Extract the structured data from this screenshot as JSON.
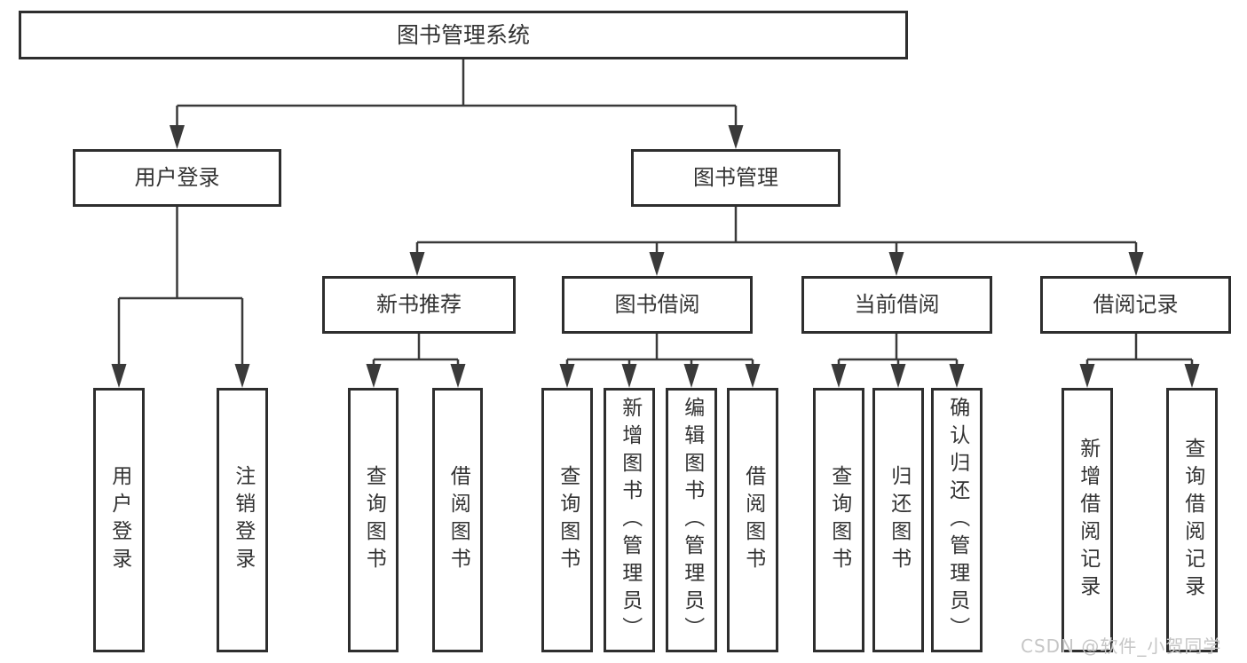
{
  "tree": {
    "label": "图书管理系统",
    "children": [
      {
        "label": "用户登录",
        "children": [
          {
            "label": "用户登录"
          },
          {
            "label": "注销登录"
          }
        ]
      },
      {
        "label": "图书管理",
        "children": [
          {
            "label": "新书推荐",
            "children": [
              {
                "label": "查询图书"
              },
              {
                "label": "借阅图书"
              }
            ]
          },
          {
            "label": "图书借阅",
            "children": [
              {
                "label": "查询图书"
              },
              {
                "label": "新增图书（管理员）"
              },
              {
                "label": "编辑图书（管理员）"
              },
              {
                "label": "借阅图书"
              }
            ]
          },
          {
            "label": "当前借阅",
            "children": [
              {
                "label": "查询图书"
              },
              {
                "label": "归还图书"
              },
              {
                "label": "确认归还（管理员）"
              }
            ]
          },
          {
            "label": "借阅记录",
            "children": [
              {
                "label": "新增借阅记录"
              },
              {
                "label": "查询借阅记录"
              }
            ]
          }
        ]
      }
    ]
  },
  "watermark": {
    "text": "CSDN @软件_小贺同学"
  },
  "colors": {
    "line": "#3a3a3a",
    "box_border": "#2e2e2e",
    "text": "#333333",
    "watermark": "#c6c6c6",
    "background": "#ffffff"
  }
}
